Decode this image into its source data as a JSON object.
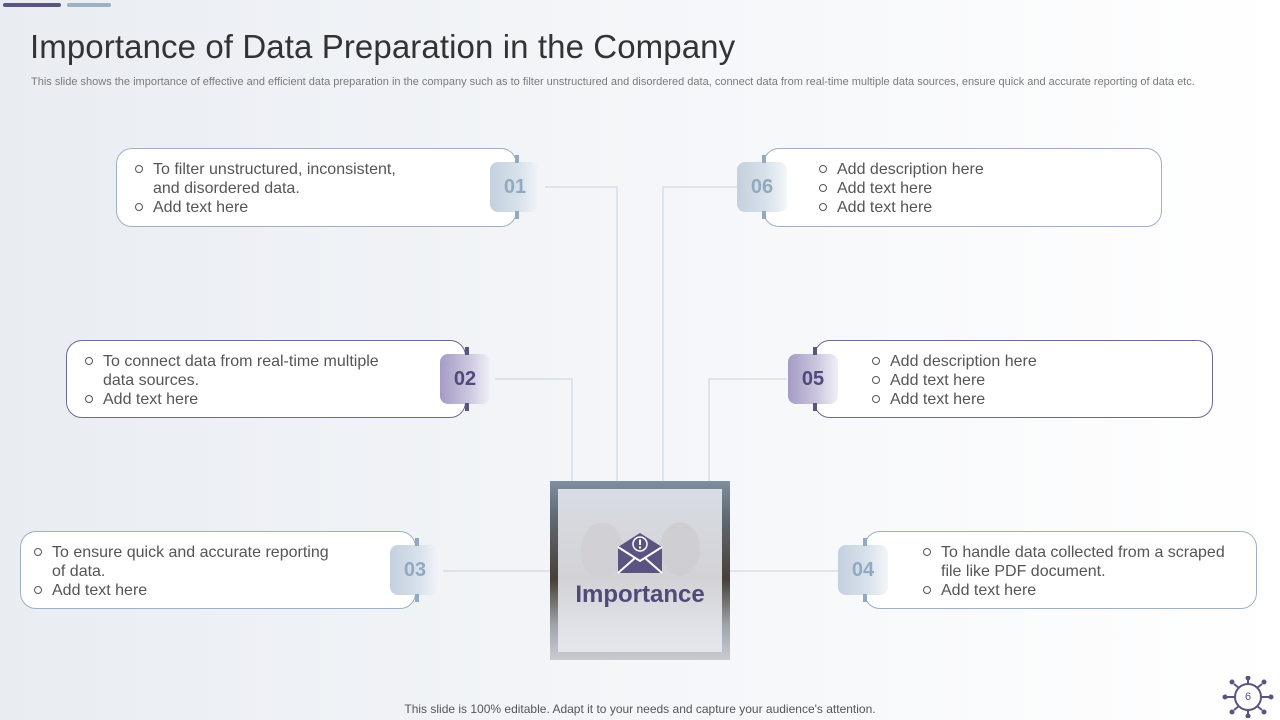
{
  "slide": {
    "title": "Importance of Data Preparation in the Company",
    "subtitle": "This slide shows the importance of effective and efficient data preparation in the company such as to filter unstructured and disordered data, connect data from real-time multiple data sources, ensure quick and accurate reporting of data etc.",
    "center_label": "Importance",
    "center_icon": "envelope-alert-icon",
    "footer": "This slide is 100% editable. Adapt it to your needs and capture your audience's attention.",
    "page_number": "6"
  },
  "items": [
    {
      "number": "01",
      "points": [
        "To filter unstructured,  inconsistent,  and disordered data.",
        "Add text here"
      ]
    },
    {
      "number": "02",
      "points": [
        "To connect data from real-time multiple data sources.",
        "Add text here"
      ]
    },
    {
      "number": "03",
      "points": [
        "To ensure  quick and accurate reporting of data.",
        "Add text here"
      ]
    },
    {
      "number": "04",
      "points": [
        "To handle  data collected from a scraped file like PDF document.",
        "Add text here"
      ]
    },
    {
      "number": "05",
      "points": [
        "Add description here",
        "Add text here",
        "Add text here"
      ]
    },
    {
      "number": "06",
      "points": [
        "Add description here",
        "Add text here",
        "Add text here"
      ]
    }
  ],
  "colors": {
    "accent_purple": "#5b5380",
    "accent_light": "#9fb0c4",
    "title_text": "#333333"
  }
}
